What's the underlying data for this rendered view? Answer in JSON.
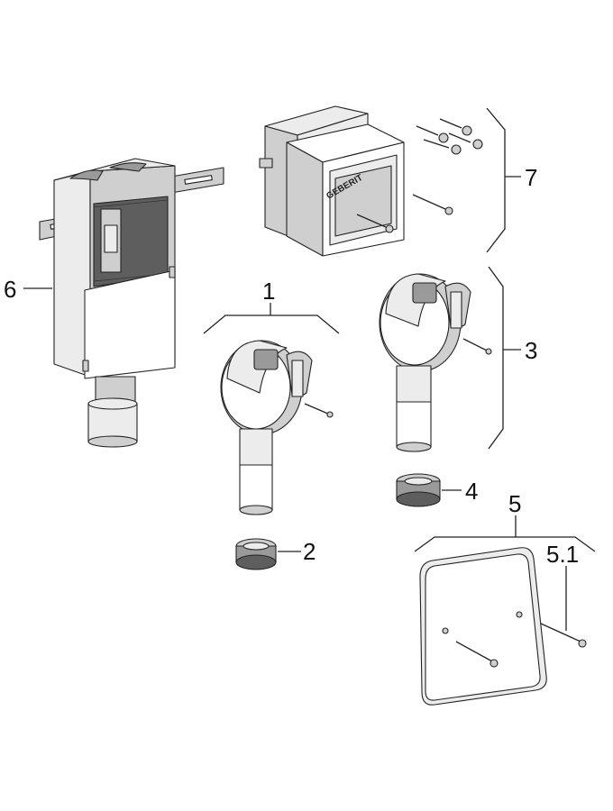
{
  "callouts": {
    "c1": "1",
    "c2": "2",
    "c3": "3",
    "c4": "4",
    "c5": "5",
    "c5_1": "5.1",
    "c6": "6",
    "c7": "7"
  },
  "brand_marks": {
    "box_logo": "GEBERIT"
  },
  "colors": {
    "line": "#222222",
    "light_fill": "#ececec",
    "mid_fill": "#cfcfcf",
    "dark_fill": "#5e5e5e"
  }
}
